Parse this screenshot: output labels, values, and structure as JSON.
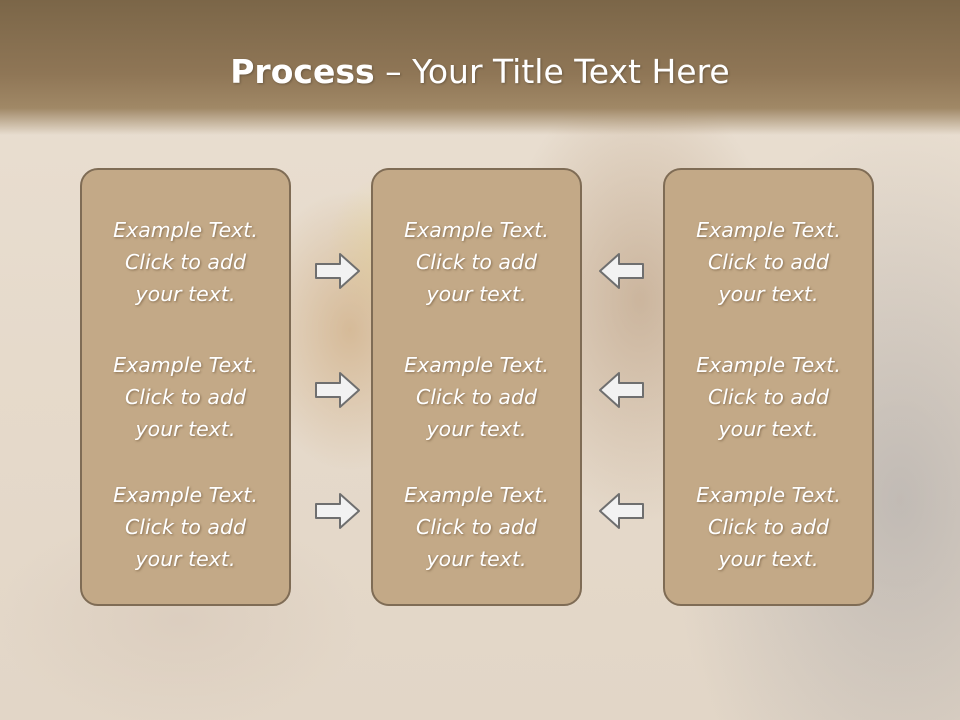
{
  "slide": {
    "title_bold": "Process",
    "title_rest": " – Your Title Text Here"
  },
  "columns": [
    {
      "blocks": [
        {
          "line1": "Example Text.",
          "line2": "Click  to add",
          "line3": "your text."
        },
        {
          "line1": "Example Text.",
          "line2": "Click  to add",
          "line3": "your text."
        },
        {
          "line1": "Example Text.",
          "line2": "Click  to add",
          "line3": "your text."
        }
      ]
    },
    {
      "blocks": [
        {
          "line1": "Example Text.",
          "line2": "Click  to add",
          "line3": "your text."
        },
        {
          "line1": "Example Text.",
          "line2": "Click  to add",
          "line3": "your text."
        },
        {
          "line1": "Example Text.",
          "line2": "Click  to add",
          "line3": "your text."
        }
      ]
    },
    {
      "blocks": [
        {
          "line1": "Example Text.",
          "line2": "Click  to add",
          "line3": "your text."
        },
        {
          "line1": "Example Text.",
          "line2": "Click  to add",
          "line3": "your text."
        },
        {
          "line1": "Example Text.",
          "line2": "Click  to add",
          "line3": "your text."
        }
      ]
    }
  ],
  "arrows": {
    "left_group": [
      "arrow-right-icon",
      "arrow-right-icon",
      "arrow-right-icon"
    ],
    "right_group": [
      "arrow-left-icon",
      "arrow-left-icon",
      "arrow-left-icon"
    ]
  },
  "colors": {
    "header": "#8a7152",
    "box_fill": "#c3a987",
    "box_border": "#7f6c55",
    "arrow_fill": "#f2f2f2",
    "arrow_stroke": "#6f6f6f"
  }
}
